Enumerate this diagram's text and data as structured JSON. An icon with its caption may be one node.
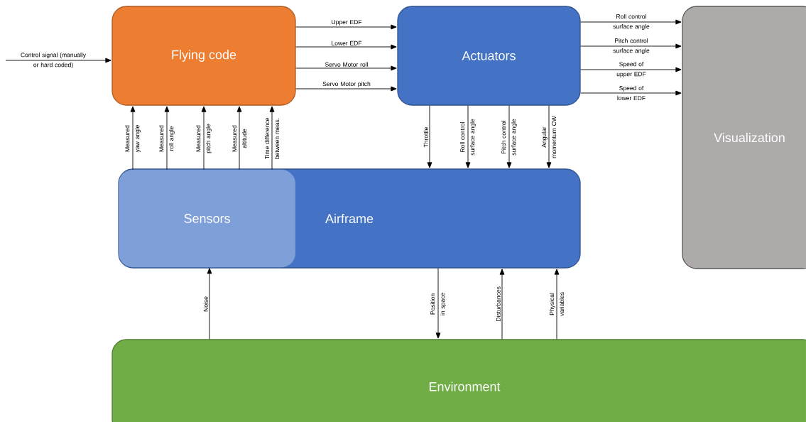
{
  "diagram": {
    "nodes": [
      {
        "text": [
          "Flying code"
        ]
      },
      {
        "text": [
          "Actuators"
        ]
      },
      {
        "text": [
          "Visualization"
        ]
      },
      {
        "text": [
          "Airframe"
        ]
      },
      {
        "text": [
          "Sensors"
        ],
        "in": 3
      },
      {
        "text": [
          "Environment"
        ]
      }
    ],
    "edges": [
      {
        "from": null,
        "to": 0,
        "arrow": "to",
        "label": "Control signal (manually or hard coded)"
      },
      {
        "from": 0,
        "to": 1,
        "arrow": "to",
        "label": "Upper EDF"
      },
      {
        "from": 0,
        "to": 1,
        "arrow": "to",
        "label": "Lower EDF"
      },
      {
        "from": 0,
        "to": 1,
        "arrow": "to",
        "label": "Servo Motor roll"
      },
      {
        "from": 0,
        "to": 1,
        "arrow": "to",
        "label": "Servo Motor pitch"
      },
      {
        "from": 1,
        "to": 2,
        "arrow": "to",
        "label": "Roll control surface angle"
      },
      {
        "from": 1,
        "to": 2,
        "arrow": "to",
        "label": "Pitch control surface angle"
      },
      {
        "from": 1,
        "to": 2,
        "arrow": "to",
        "label": "Speed of upper EDF"
      },
      {
        "from": 1,
        "to": 2,
        "arrow": "to",
        "label": "Speed of lower EDF"
      },
      {
        "from": 4,
        "to": 0,
        "arrow": "to",
        "label": "Measured yaw angle"
      },
      {
        "from": 4,
        "to": 0,
        "arrow": "to",
        "label": "Measured roll angle"
      },
      {
        "from": 4,
        "to": 0,
        "arrow": "to",
        "label": "Measured pitch angle"
      },
      {
        "from": 4,
        "to": 0,
        "arrow": "to",
        "label": "Measured altitude"
      },
      {
        "from": 4,
        "to": 0,
        "arrow": "to",
        "label": "Time difference between meas."
      },
      {
        "from": 1,
        "to": 3,
        "arrow": "to",
        "label": "Throttle"
      },
      {
        "from": 1,
        "to": 3,
        "arrow": "to",
        "label": "Roll control surface angle"
      },
      {
        "from": 1,
        "to": 3,
        "arrow": "to",
        "label": "Pitch control surface angle"
      },
      {
        "from": 1,
        "to": 3,
        "arrow": "to",
        "label": "Angular momentum CW"
      },
      {
        "from": 5,
        "to": 4,
        "arrow": "to",
        "label": "Noise"
      },
      {
        "from": 3,
        "to": 5,
        "arrow": "to",
        "label": "Position in space"
      },
      {
        "from": 5,
        "to": 3,
        "arrow": "to",
        "label": "Disturbances"
      },
      {
        "from": 5,
        "to": 3,
        "arrow": "to",
        "label": "Physical variables"
      }
    ]
  }
}
